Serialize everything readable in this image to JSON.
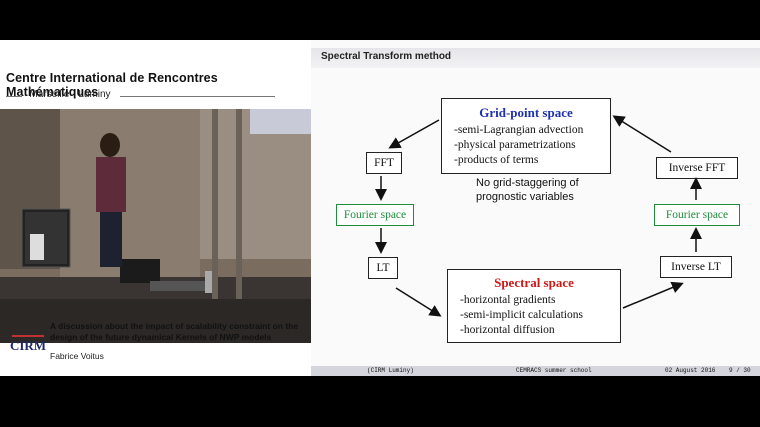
{
  "header": {
    "org": "Centre International de Rencontres Mathématiques",
    "location": "Marseille - Luminy"
  },
  "talk": {
    "logo": "CIRM",
    "title": "A discussion about the impact of scalability constraint on the design of the future dynamical Kernels of NWP models",
    "speaker": "Fabrice Voitus"
  },
  "slide": {
    "title": "Spectral Transform method",
    "grid_box": {
      "heading": "Grid-point space",
      "lines": [
        "-semi-Lagrangian advection",
        "-physical parametrizations",
        "-products of terms"
      ]
    },
    "note": [
      "No grid-staggering of",
      "prognostic variables"
    ],
    "spectral_box": {
      "heading": "Spectral space",
      "lines": [
        "-horizontal gradients",
        "-semi-implicit calculations",
        "-horizontal diffusion"
      ]
    },
    "left_chain": [
      "FFT",
      "Fourier space",
      "LT"
    ],
    "right_chain": [
      "Inverse FFT",
      "Fourier space",
      "Inverse LT"
    ],
    "footer": {
      "left": "(CIRM Luminy)",
      "center": "CEMRACS summer school",
      "date": "02 August 2016",
      "page": "9 / 30"
    }
  },
  "colors": {
    "blue": "#1f2fb0",
    "red": "#d01818",
    "green": "#1e8c3a"
  }
}
